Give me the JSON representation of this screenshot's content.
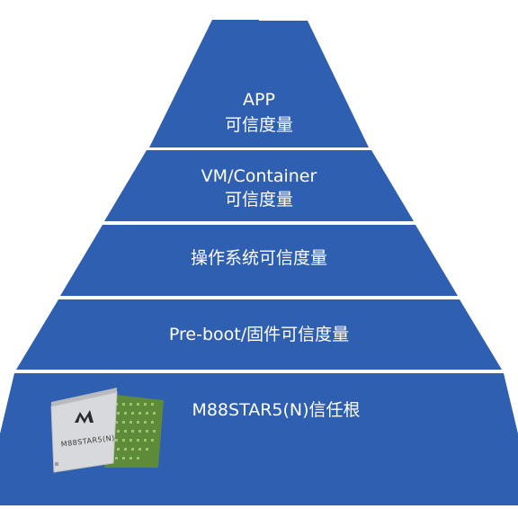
{
  "colors": {
    "pyramid_fill": "#2f5fb0",
    "separator": "#ffffff",
    "label_text": "#ffffff",
    "chip_body": "#d8d9dc",
    "chip_board": "#5d8b3a"
  },
  "pyramid": {
    "layers": [
      {
        "line1": "APP",
        "line2": "可信度量"
      },
      {
        "line1": "VM/Container",
        "line2": "可信度量"
      },
      {
        "line1": "操作系统可信度量"
      },
      {
        "line1": "Pre-boot/固件可信度量"
      },
      {
        "line1": "M88STAR5(N)信任根"
      }
    ]
  },
  "chip": {
    "marking": "M88STAR5(N)",
    "logo_icon": "montage-logo-icon"
  }
}
